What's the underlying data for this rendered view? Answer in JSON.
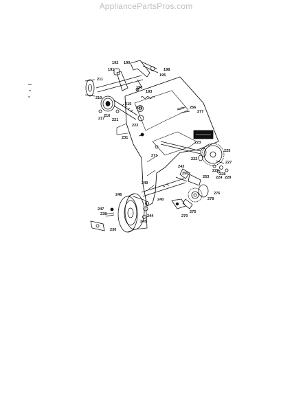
{
  "header": {
    "watermark": "AppliancePartsPros.com"
  },
  "diagram": {
    "part_labels": [
      "192",
      "190",
      "198",
      "191",
      "195",
      "211",
      "196",
      "193",
      "210",
      "215",
      "256",
      "223",
      "277",
      "216",
      "217",
      "221",
      "222",
      "231",
      "223",
      "225",
      "271",
      "222",
      "227",
      "243",
      "229",
      "228",
      "224",
      "229",
      "250",
      "253",
      "249",
      "276",
      "246",
      "240",
      "247",
      "238",
      "244",
      "270",
      "275",
      "278",
      "245",
      "230"
    ]
  }
}
